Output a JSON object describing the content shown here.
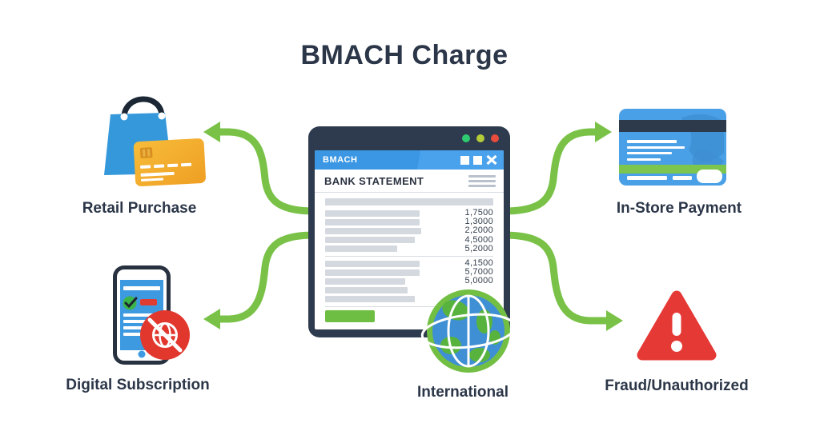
{
  "title": "BMACH Charge",
  "bank_window": {
    "titlebar_label": "BMACH",
    "header_label": "BANK STATEMENT",
    "group1_amounts": [
      "1,7500",
      "1,3000",
      "2,2000",
      "4,5000",
      "5,2000"
    ],
    "group2_amounts": [
      "4,1500",
      "5,7000",
      "5,0000"
    ],
    "traffic_dots": [
      "green",
      "yellow-green",
      "red"
    ],
    "window_controls": [
      "square",
      "square",
      "close-x"
    ]
  },
  "nodes": {
    "retail": {
      "label": "Retail Purchase",
      "icon": "shopping-bag-credit-card-icon"
    },
    "in_store": {
      "label": "In-Store Payment",
      "icon": "credit-card-icon"
    },
    "digital": {
      "label": "Digital Subscription",
      "icon": "phone-blocked-icon"
    },
    "fraud": {
      "label": "Fraud/Unauthorized",
      "icon": "warning-triangle-icon"
    },
    "international": {
      "label": "International",
      "icon": "globe-icon"
    }
  },
  "colors": {
    "arrow_green": "#79c247",
    "window_frame": "#2e3a4d",
    "titlebar_blue": "#3b97e3",
    "button_green": "#6fbe44",
    "bag_blue": "#3498db",
    "card_orange": "#f5a82c",
    "credit_card_blue": "#4aa0e6",
    "alert_red": "#e23a2e",
    "globe_green": "#72bf44",
    "globe_blue": "#3f8fd4",
    "text_dark": "#2b3648"
  }
}
